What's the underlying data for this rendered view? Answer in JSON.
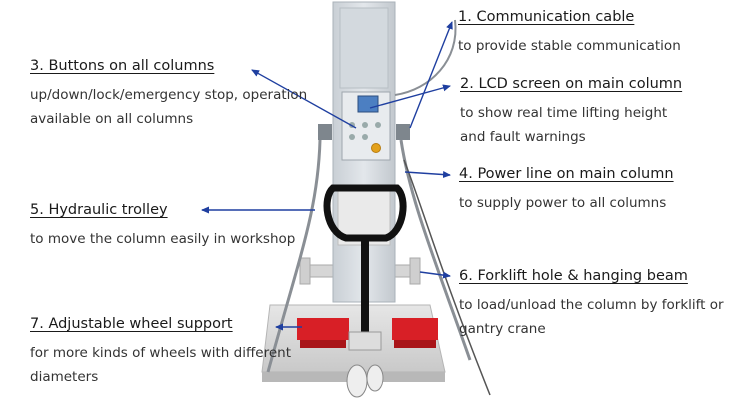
{
  "callouts": [
    {
      "id": "1",
      "title": "1. Communication cable",
      "desc": [
        "to provide stable communication"
      ]
    },
    {
      "id": "2",
      "title": "2. LCD screen on main column",
      "desc": [
        "to show real time lifting height",
        "and fault warnings"
      ]
    },
    {
      "id": "3",
      "title": "3. Buttons on all columns",
      "desc": [
        "up/down/lock/emergency stop, operation",
        "available on all columns"
      ]
    },
    {
      "id": "4",
      "title": "4. Power line on main column",
      "desc": [
        "to supply power to all columns"
      ]
    },
    {
      "id": "5",
      "title": "5. Hydraulic trolley",
      "desc": [
        "to move the column easily in workshop"
      ]
    },
    {
      "id": "6",
      "title": "6. Forklift hole & hanging beam",
      "desc": [
        "to load/unload the column by forklift or",
        "gantry crane"
      ]
    },
    {
      "id": "7",
      "title": "7. Adjustable wheel support",
      "desc": [
        "for more kinds of wheels with different",
        "diameters"
      ]
    }
  ],
  "colors": {
    "arrow": "#1f3fa0",
    "column_body": "#d9dee3",
    "base_red": "#d81f26",
    "cable": "#8a8f95"
  },
  "icons": [
    "lift-column-illustration",
    "arrow-icon"
  ]
}
